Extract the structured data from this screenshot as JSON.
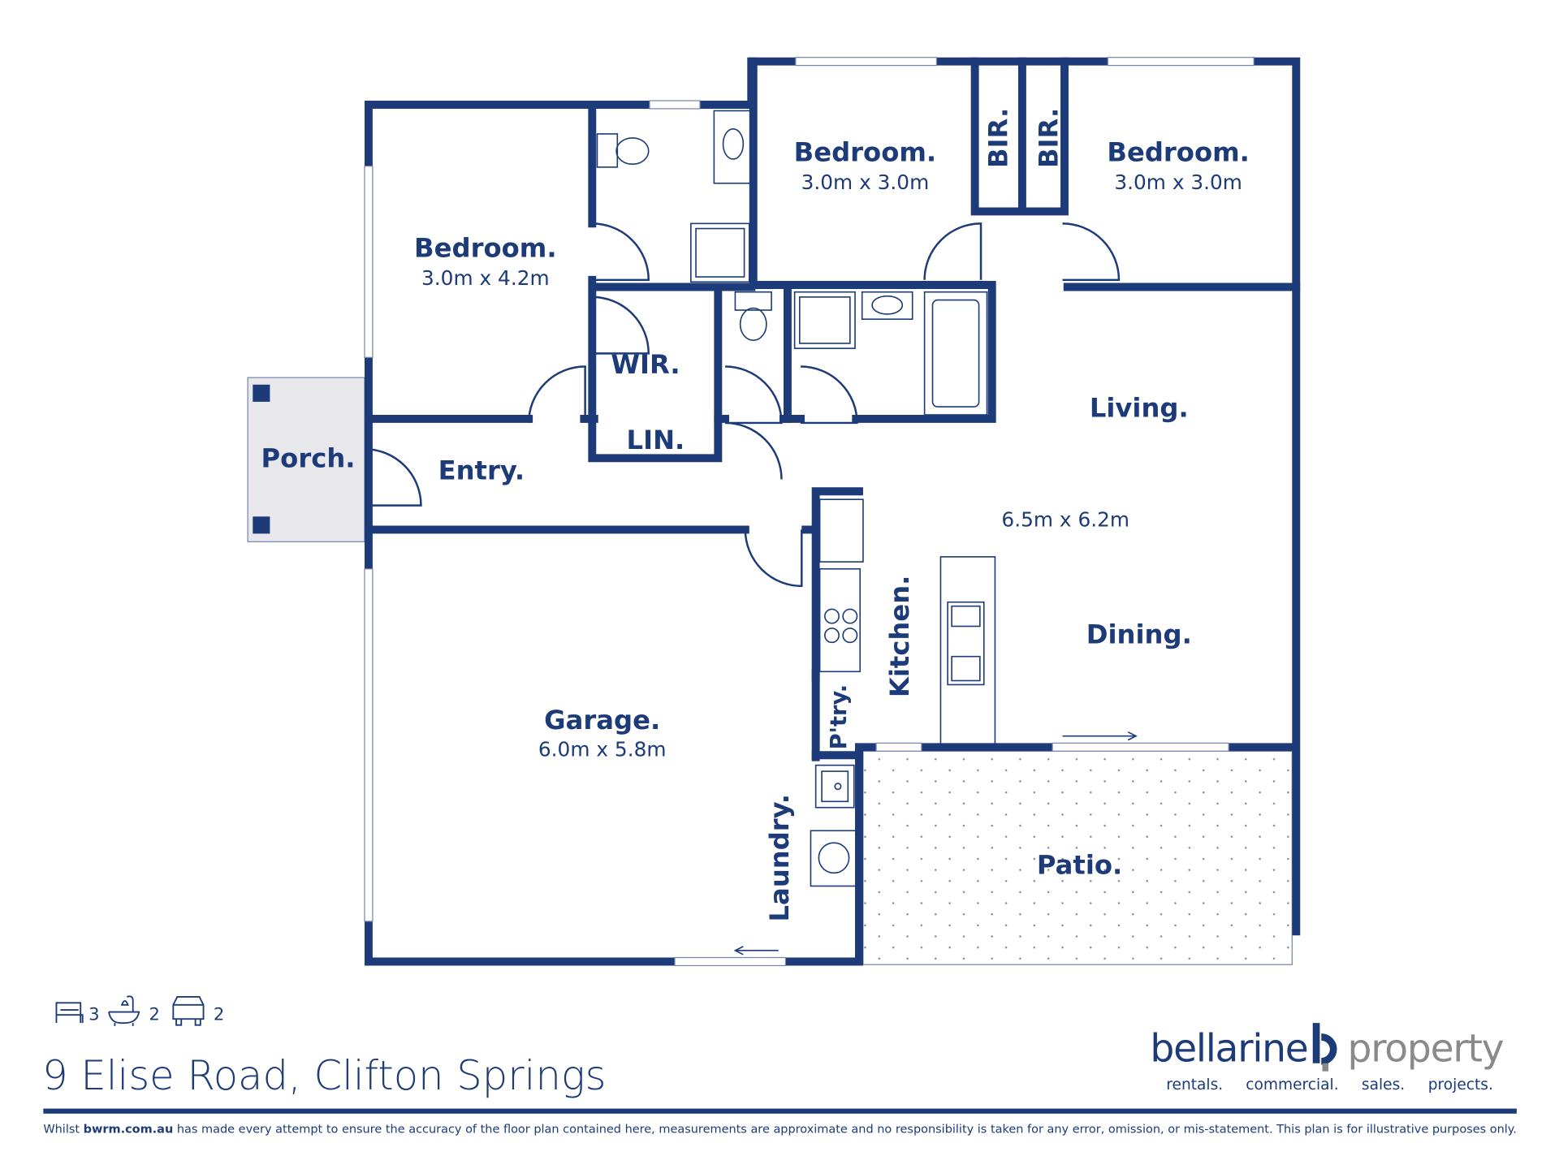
{
  "rooms": {
    "bedroom1": {
      "name": "Bedroom.",
      "size": "3.0m x 4.2m"
    },
    "bedroom2": {
      "name": "Bedroom.",
      "size": "3.0m x 3.0m"
    },
    "bedroom3": {
      "name": "Bedroom.",
      "size": "3.0m x 3.0m"
    },
    "bir1": "BIR.",
    "bir2": "BIR.",
    "wir": "WIR.",
    "lin": "LIN.",
    "porch": "Porch.",
    "entry": "Entry.",
    "living": "Living.",
    "living_size": "6.5m x 6.2m",
    "dining": "Dining.",
    "kitchen": "Kitchen.",
    "pantry": "P'try.",
    "garage": {
      "name": "Garage.",
      "size": "6.0m x 5.8m"
    },
    "laundry": "Laundry.",
    "patio": "Patio."
  },
  "features": {
    "beds": "3",
    "baths": "2",
    "cars": "2"
  },
  "address": "9 Elise Road, Clifton Springs",
  "logo": {
    "part1": "bellarine",
    "part2": "property",
    "taglines": [
      "rentals.",
      "commercial.",
      "sales.",
      "projects."
    ]
  },
  "disclaimer": {
    "prefix": "Whilst ",
    "site": "bwrm.com.au",
    "rest": " has made every attempt to ensure the accuracy of the floor plan contained here, measurements are approximate and no responsibility is taken for any error, omission, or mis-statement. This plan is for illustrative purposes only."
  },
  "colors": {
    "wall": "#1c3b78",
    "porch": "#e8e8ec",
    "logo_grey": "#8a8a8a"
  }
}
